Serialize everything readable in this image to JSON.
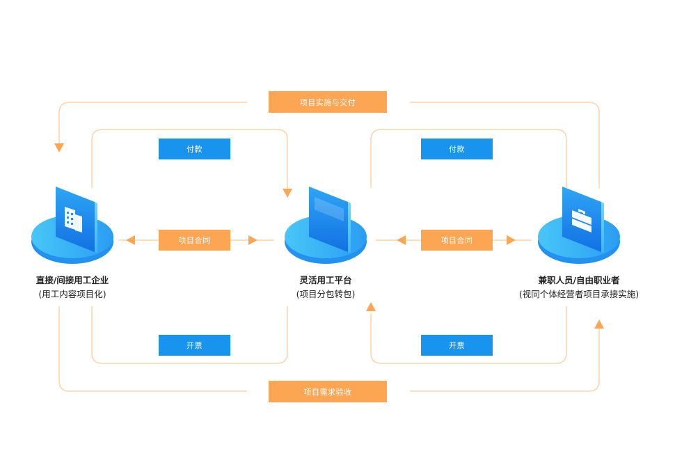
{
  "top_flow": {
    "label": "项目实施与交付"
  },
  "bottom_flow": {
    "label": "项目需求验收"
  },
  "left_pay": {
    "label": "付款"
  },
  "right_pay": {
    "label": "付款"
  },
  "left_contract": {
    "label": "项目合同"
  },
  "right_contract": {
    "label": "项目合同"
  },
  "left_invoice": {
    "label": "开票"
  },
  "right_invoice": {
    "label": "开票"
  },
  "nodes": {
    "enterprise": {
      "title": "直接/间接用工企业",
      "subtitle": "(用工内容项目化)",
      "icon": "building-icon"
    },
    "platform": {
      "title": "灵活用工平台",
      "subtitle": "(项目分包转包)",
      "icon": "screen-icon"
    },
    "freelancer": {
      "title": "兼职人员/自由职业者",
      "subtitle": "(视同个体经营者项目承接实施)",
      "icon": "briefcase-icon"
    }
  },
  "colors": {
    "orange": "#fca654",
    "orange_line": "#fdd3a8",
    "blue": "#1893ee",
    "light_blue": "#4fc8f7",
    "text": "#222222"
  }
}
